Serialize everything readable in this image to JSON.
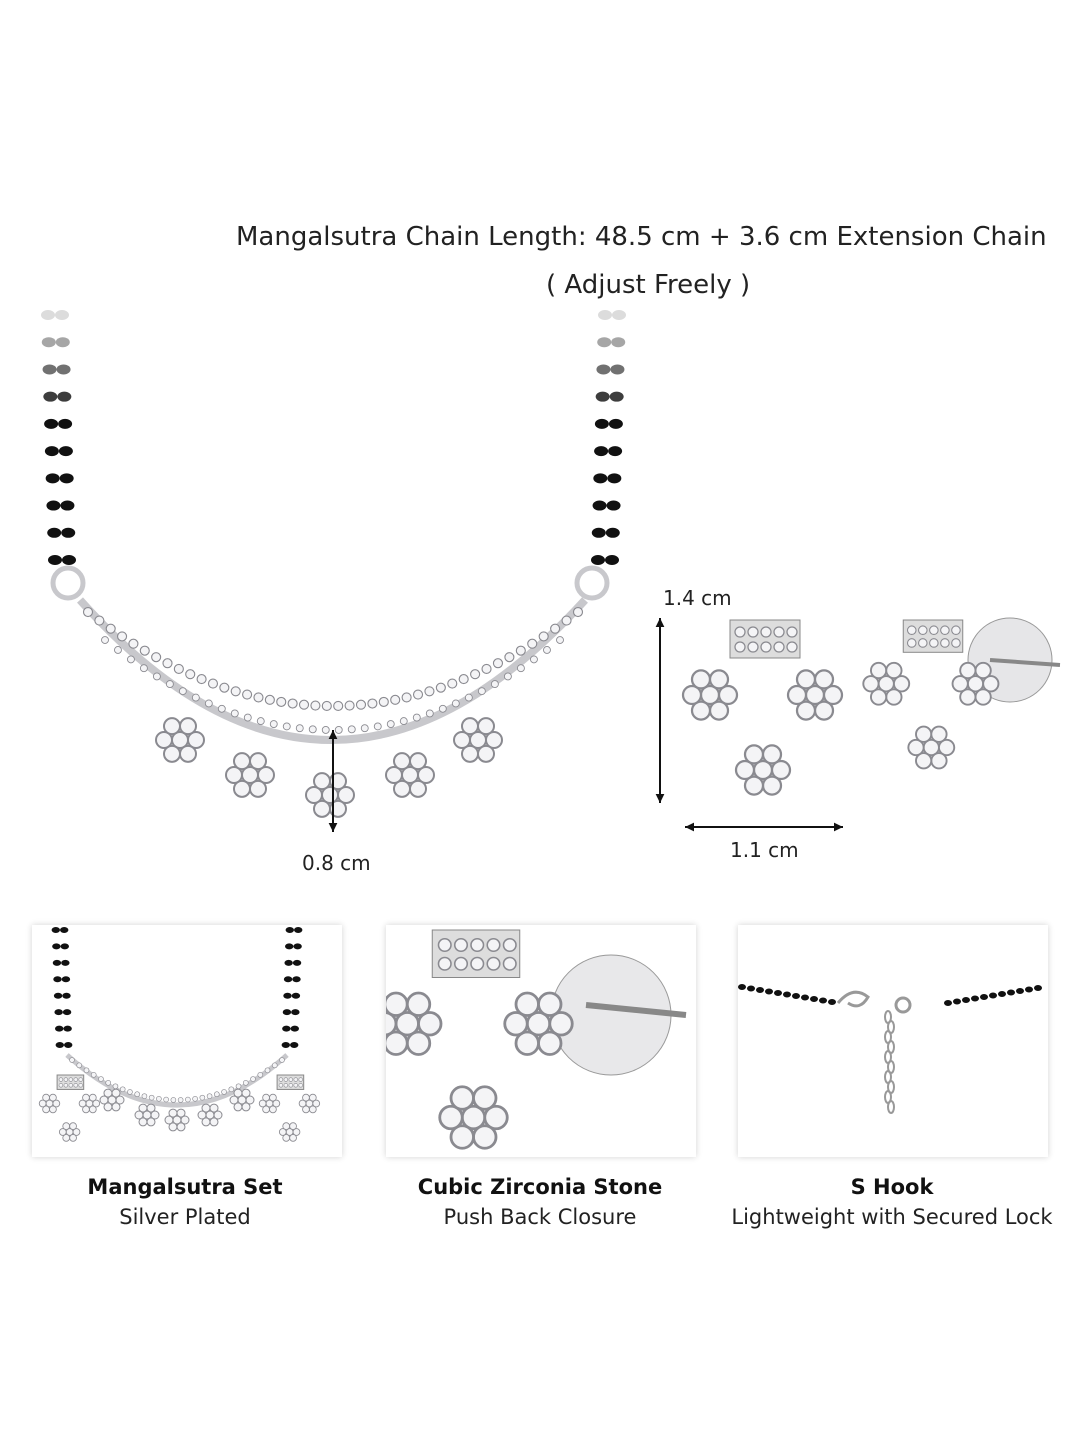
{
  "header": {
    "title": "Mangalsutra Chain Length: 48.5 cm + 3.6 cm Extension Chain",
    "subtitle": "( Adjust Freely )"
  },
  "dimensions": {
    "pendant_height": "0.8 cm",
    "earring_height": "1.4 cm",
    "earring_width": "1.1 cm"
  },
  "features": [
    {
      "title": "Mangalsutra Set",
      "subtitle": "Silver Plated"
    },
    {
      "title": "Cubic Zirconia Stone",
      "subtitle": "Push Back Closure"
    },
    {
      "title": "S Hook",
      "subtitle": "Lightweight with Secured Lock"
    }
  ],
  "colors": {
    "bead": "#111111",
    "silver": "#c8c8cc",
    "text": "#222222"
  }
}
